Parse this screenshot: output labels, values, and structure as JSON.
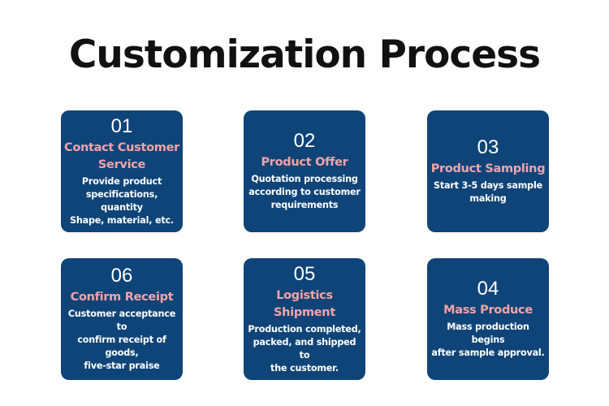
{
  "title": "Customization Process",
  "colors": {
    "card_background": "#0f4478",
    "step_title": "#f4a3a8",
    "number": "#ffffff",
    "description": "#ffffff",
    "page_title": "#111111"
  },
  "steps": [
    {
      "number": "01",
      "title": "Contact Customer Service",
      "description": [
        "Provide product",
        "specifications, quantity",
        "Shape, material, etc."
      ]
    },
    {
      "number": "02",
      "title": "Product Offer",
      "description": [
        "Quotation processing",
        "according to customer",
        "requirements"
      ]
    },
    {
      "number": "03",
      "title": "Product Sampling",
      "description": [
        "Start 3-5 days sample",
        "making"
      ]
    },
    {
      "number": "04",
      "title": "Mass Produce",
      "description": [
        "Mass production begins",
        "after sample approval."
      ]
    },
    {
      "number": "05",
      "title": "Logistics Shipment",
      "description": [
        "Production completed,",
        "packed, and shipped to",
        "the customer."
      ]
    },
    {
      "number": "06",
      "title": "Confirm Receipt",
      "description": [
        "Customer acceptance to",
        "confirm receipt of goods,",
        "five-star praise"
      ]
    }
  ]
}
